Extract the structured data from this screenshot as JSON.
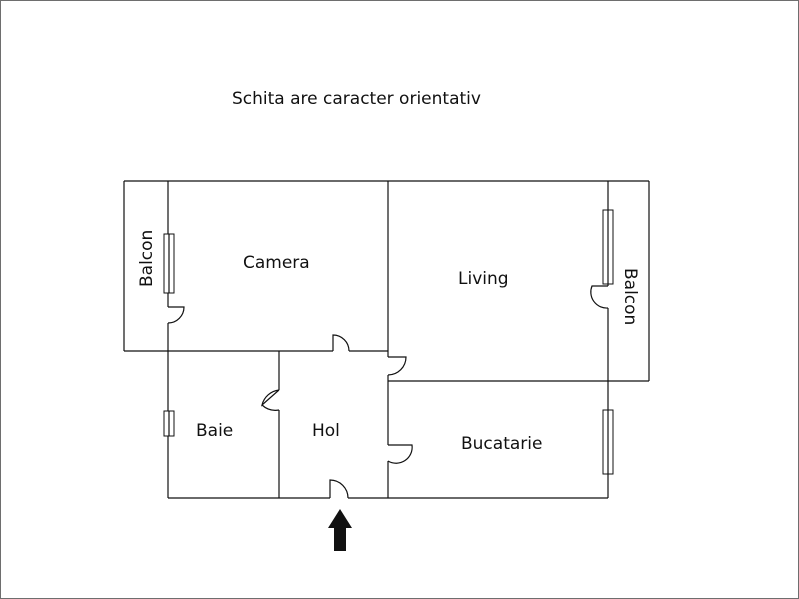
{
  "note": "Schita are caracter orientativ",
  "rooms": {
    "camera": "Camera",
    "living": "Living",
    "baie": "Baie",
    "hol": "Hol",
    "bucatarie": "Bucatarie",
    "balcon_left": "Balcon",
    "balcon_right": "Balcon"
  },
  "colors": {
    "line": "#111111",
    "border": "#6e6e6e",
    "background": "#ffffff"
  },
  "icons": {
    "entrance": "arrow-up-icon"
  }
}
